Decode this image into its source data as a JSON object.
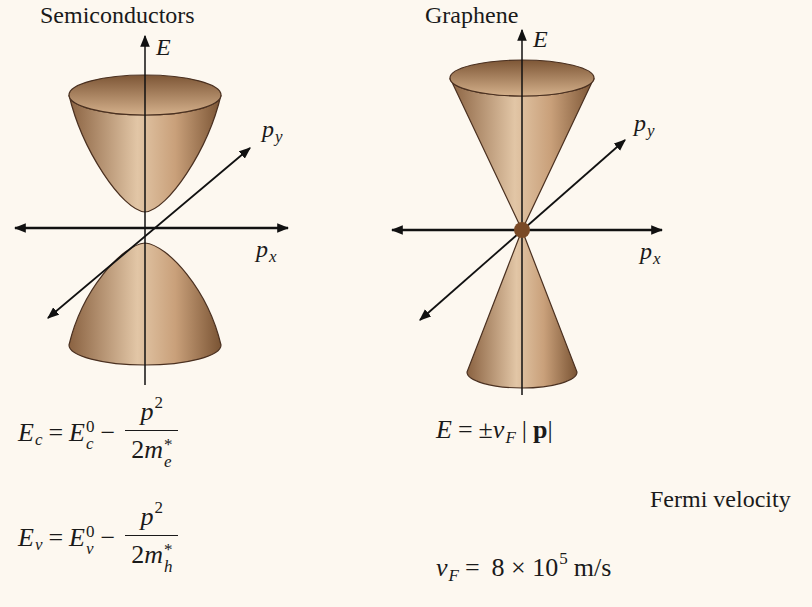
{
  "diagram": {
    "labels": [
      "Semiconductors",
      "Graphene",
      "E",
      "p",
      "y",
      "p",
      "x",
      "E",
      "p",
      "y",
      "p",
      "x",
      "E",
      "c",
      "=",
      "E",
      "0",
      "c",
      "−",
      "p",
      "2",
      "2",
      "m",
      "*",
      "e",
      "E",
      "=",
      "±",
      "v",
      "F",
      "|",
      "p",
      "|",
      "Fermi velocity",
      "E",
      "v",
      "=",
      "E",
      "0",
      "v",
      "−",
      "p",
      "2",
      "2",
      "m",
      "*",
      "h",
      "v",
      "F",
      "=",
      "8 × 10",
      "5",
      "m/s"
    ]
  }
}
